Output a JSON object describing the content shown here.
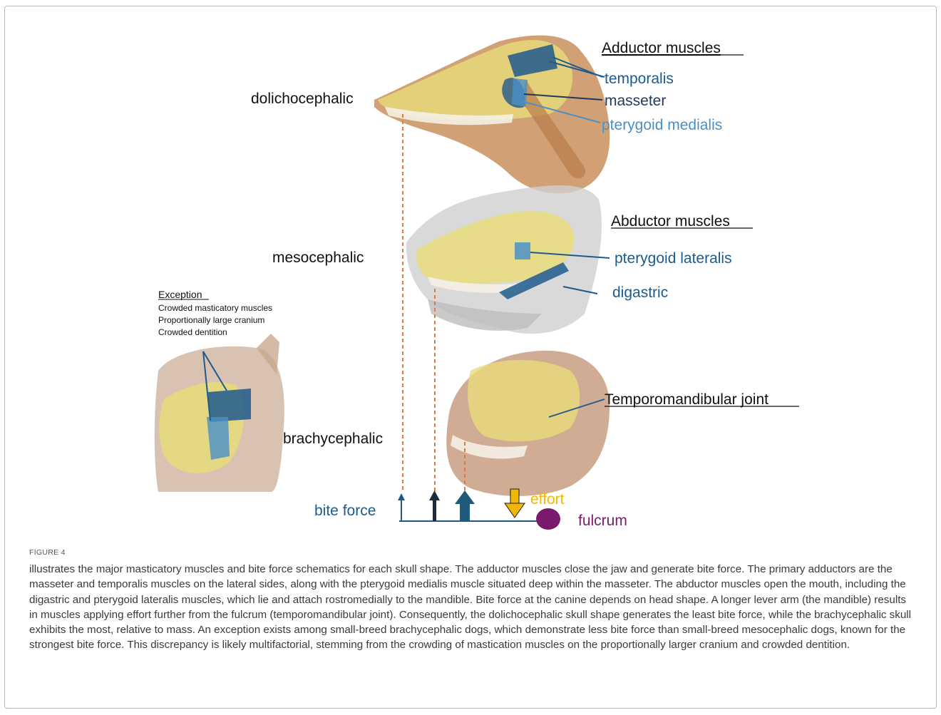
{
  "figure": {
    "labels": {
      "dolichocephalic": "dolichocephalic",
      "mesocephalic": "mesocephalic",
      "brachycephalic": "brachycephalic",
      "adductor_heading": "Adductor muscles",
      "temporalis": "temporalis",
      "masseter": "masseter",
      "pterygoid_medialis": "pterygoid medialis",
      "abductor_heading": "Abductor muscles",
      "pterygoid_lateralis": "pterygoid lateralis",
      "digastric": "digastric",
      "tmj": "Temporomandibular joint",
      "exception_heading": "Exception",
      "exception_1": "Crowded masticatory muscles",
      "exception_2": "Proportionally large cranium",
      "exception_3": "Crowded dentition",
      "bite_force": "bite force",
      "effort": "effort",
      "fulcrum": "fulcrum"
    },
    "colors": {
      "muscle_dark": "#1f5a8c",
      "muscle_light": "#4a90c8",
      "skull_yellow": "#e8dc7a",
      "dashed_orange": "#e07a3a",
      "effort_yellow": "#f2b705",
      "fulcrum_purple": "#7a1a6e",
      "baseline": "#1f5a8c"
    }
  },
  "caption": {
    "number": "FIGURE 4",
    "text": "illustrates the major masticatory muscles and bite force schematics for each skull shape. The adductor muscles close the jaw and generate bite force. The primary adductors are the masseter and temporalis muscles on the lateral sides, along with the pterygoid medialis muscle situated deep within the masseter. The abductor muscles open the mouth, including the digastric and pterygoid lateralis muscles, which lie and attach rostromedially to the mandible. Bite force at the canine depends on head shape. A longer lever arm (the mandible) results in muscles applying effort further from the fulcrum (temporomandibular joint). Consequently, the dolichocephalic skull shape generates the least bite force, while the brachycephalic skull exhibits the most, relative to mass. An exception exists among small-breed brachycephalic dogs, which demonstrate less bite force than small-breed mesocephalic dogs, known for the strongest bite force. This discrepancy is likely multifactorial, stemming from the crowding of mastication muscles on the proportionally larger cranium and crowded dentition."
  }
}
